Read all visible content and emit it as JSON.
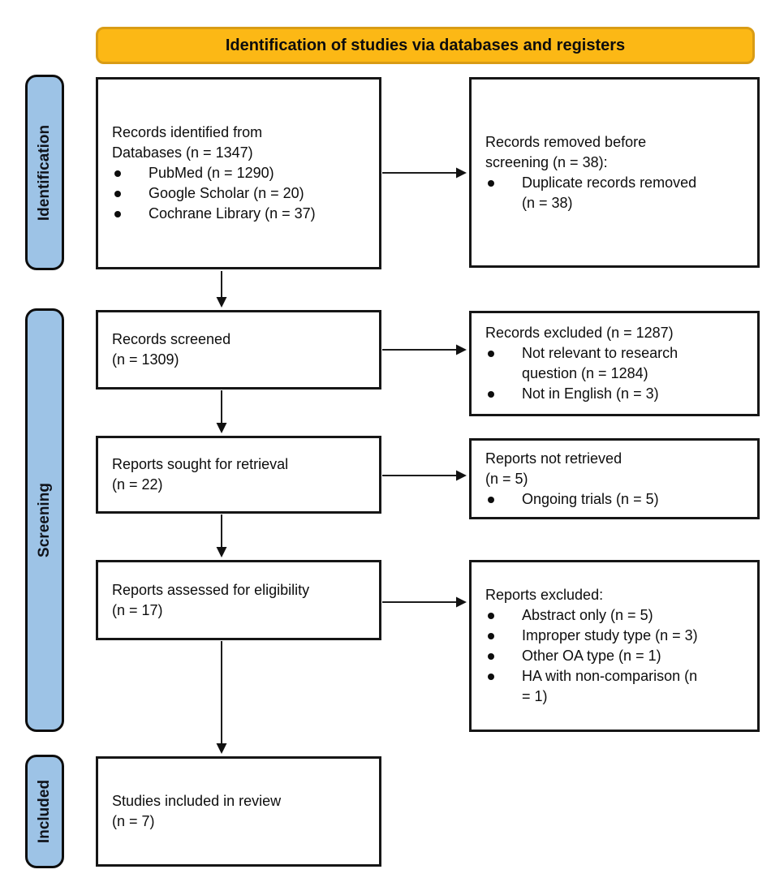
{
  "banner": {
    "label": "Identification of studies via databases and registers"
  },
  "sidebar": {
    "identification": "Identification",
    "screening": "Screening",
    "included": "Included"
  },
  "boxes": {
    "records_identified": {
      "heading": "Records identified from\nDatabases (n = 1347)",
      "bullets": [
        "PubMed (n = 1290)",
        "Google Scholar (n = 20)",
        "Cochrane Library (n = 37)"
      ]
    },
    "records_removed": {
      "heading": "Records removed before\nscreening (n = 38):",
      "bullets": [
        "Duplicate records removed\n(n = 38)"
      ]
    },
    "records_screened": {
      "heading": "Records screened\n(n = 1309)"
    },
    "records_excluded": {
      "heading": "Records excluded (n = 1287)",
      "bullets": [
        "Not relevant to research\nquestion (n = 1284)",
        "Not in English (n = 3)"
      ]
    },
    "reports_sought": {
      "heading": "Reports sought for retrieval\n(n = 22)"
    },
    "reports_not_retrieved": {
      "heading": "Reports not retrieved\n(n = 5)",
      "bullets": [
        "Ongoing trials (n = 5)"
      ]
    },
    "reports_assessed": {
      "heading": "Reports assessed for eligibility\n(n = 17)"
    },
    "reports_excluded": {
      "heading": "Reports excluded:",
      "bullets": [
        "Abstract only (n = 5)",
        "Improper study type (n = 3)",
        "Other OA type (n = 1)",
        "HA with non-comparison (n\n= 1)"
      ]
    },
    "studies_included": {
      "heading": "Studies included in review\n(n = 7)"
    }
  },
  "colors": {
    "banner_fill": "#FCB815",
    "banner_border": "#D99C15",
    "sidebar_fill": "#9DC3E6",
    "box_border": "#161616",
    "text": "#0d0d0d"
  }
}
